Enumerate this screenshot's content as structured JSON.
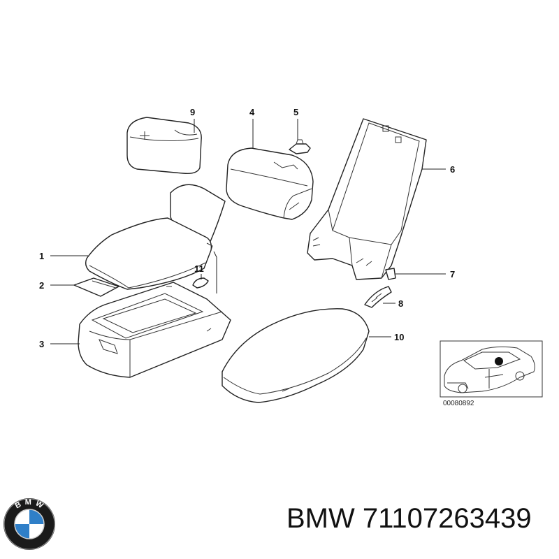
{
  "diagram": {
    "callouts": [
      {
        "id": "1",
        "label": "1"
      },
      {
        "id": "2",
        "label": "2"
      },
      {
        "id": "3",
        "label": "3"
      },
      {
        "id": "4",
        "label": "4"
      },
      {
        "id": "5",
        "label": "5"
      },
      {
        "id": "6",
        "label": "6"
      },
      {
        "id": "7",
        "label": "7"
      },
      {
        "id": "8",
        "label": "8"
      },
      {
        "id": "9",
        "label": "9"
      },
      {
        "id": "10",
        "label": "10"
      },
      {
        "id": "11",
        "label": "11"
      }
    ],
    "reference_code": "00080892"
  },
  "branding": {
    "brand": "BMW",
    "part_number": "71107263439",
    "logo_lettering": "BMW"
  },
  "colors": {
    "line": "#222222",
    "background": "#ffffff",
    "logo_blue": "#2f7fc8",
    "logo_ring": "#1a1a1a"
  }
}
